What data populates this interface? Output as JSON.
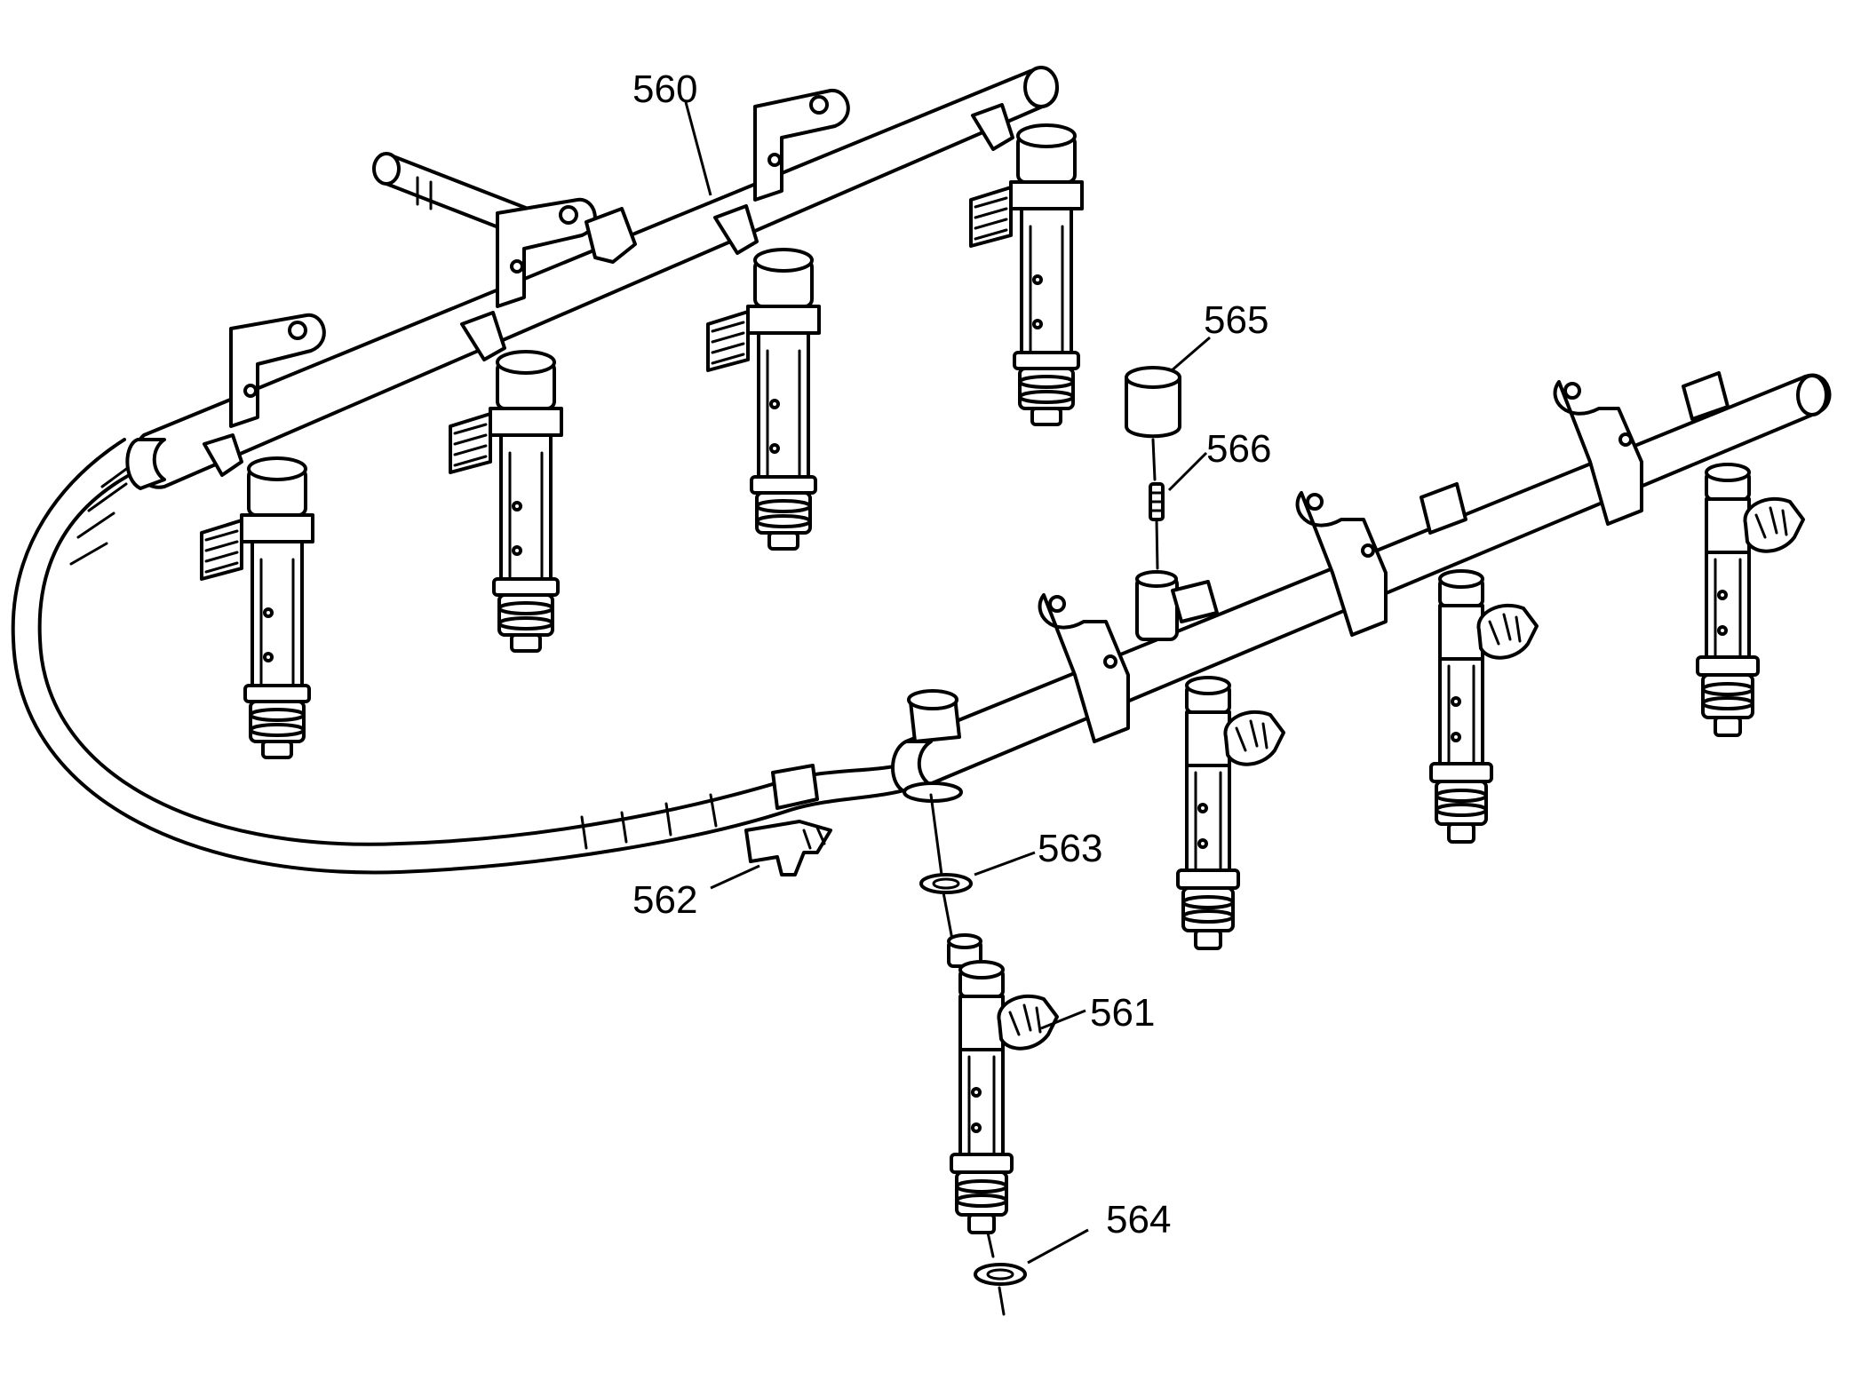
{
  "callouts": {
    "c560": "560",
    "c561": "561",
    "c562": "562",
    "c563": "563",
    "c564": "564",
    "c565": "565",
    "c566": "566"
  },
  "colors": {
    "line": "#000000",
    "background": "#ffffff"
  }
}
